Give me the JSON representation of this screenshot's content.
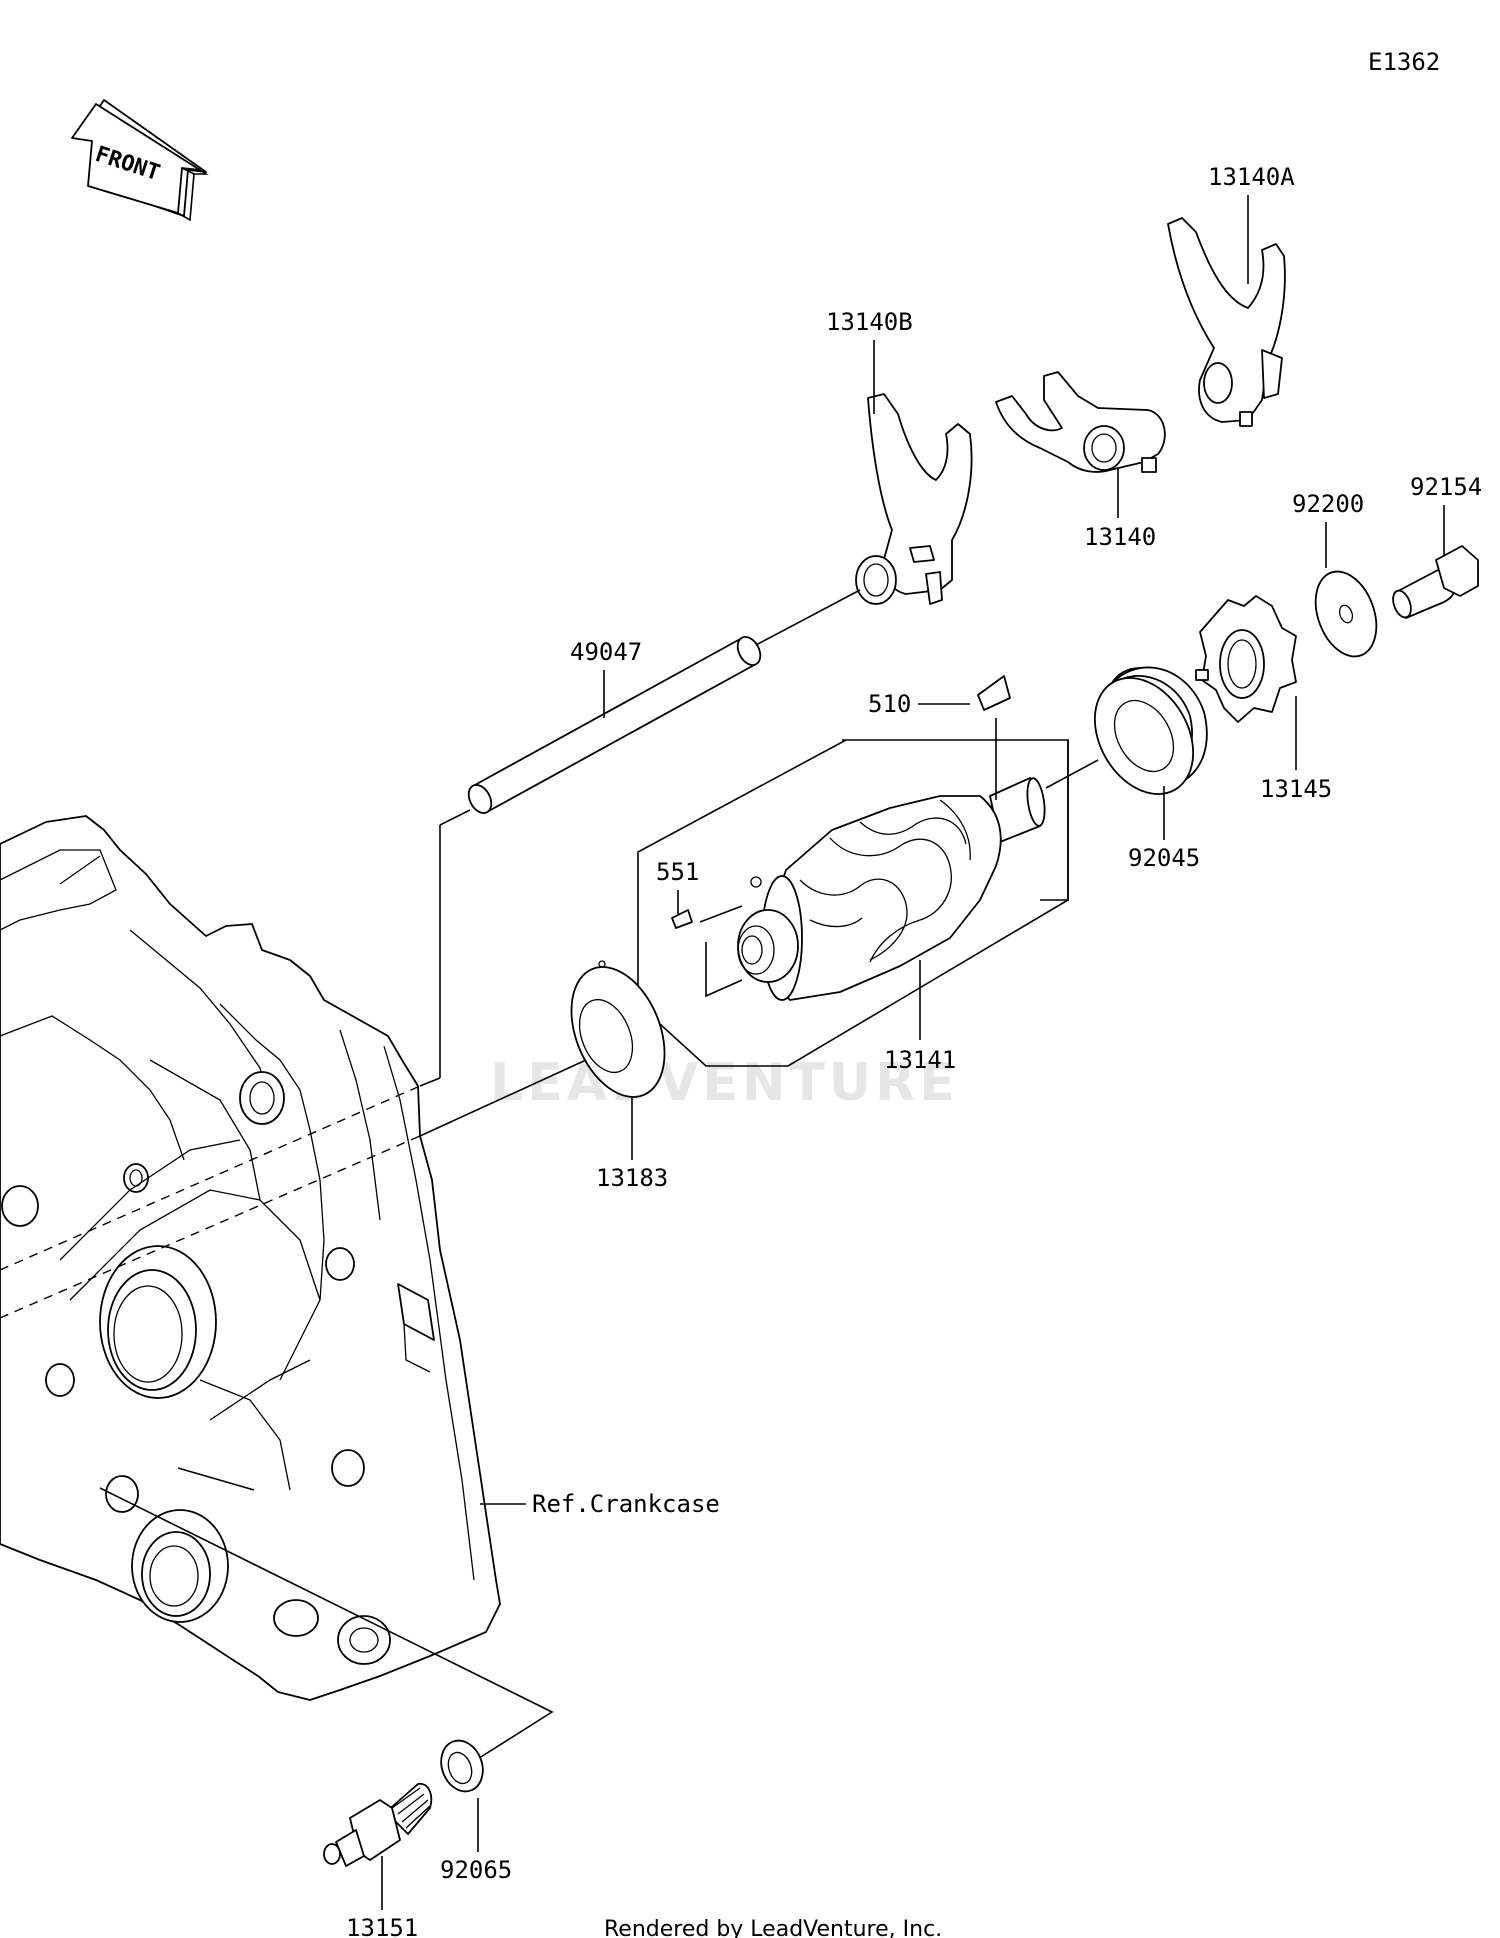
{
  "diagram_code": "E1362",
  "front_arrow_text": "FRONT",
  "watermark": "LEADVENTURE",
  "footer": "Rendered by LeadVenture, Inc.",
  "parts": {
    "p13140A": "13140A",
    "p13140B": "13140B",
    "p13140": "13140",
    "p92154": "92154",
    "p92200": "92200",
    "p49047": "49047",
    "p510": "510",
    "p13145": "13145",
    "p92045": "92045",
    "p551": "551",
    "p13141": "13141",
    "p13183": "13183",
    "ref_crankcase": "Ref.Crankcase",
    "p92065": "92065",
    "p13151": "13151"
  }
}
